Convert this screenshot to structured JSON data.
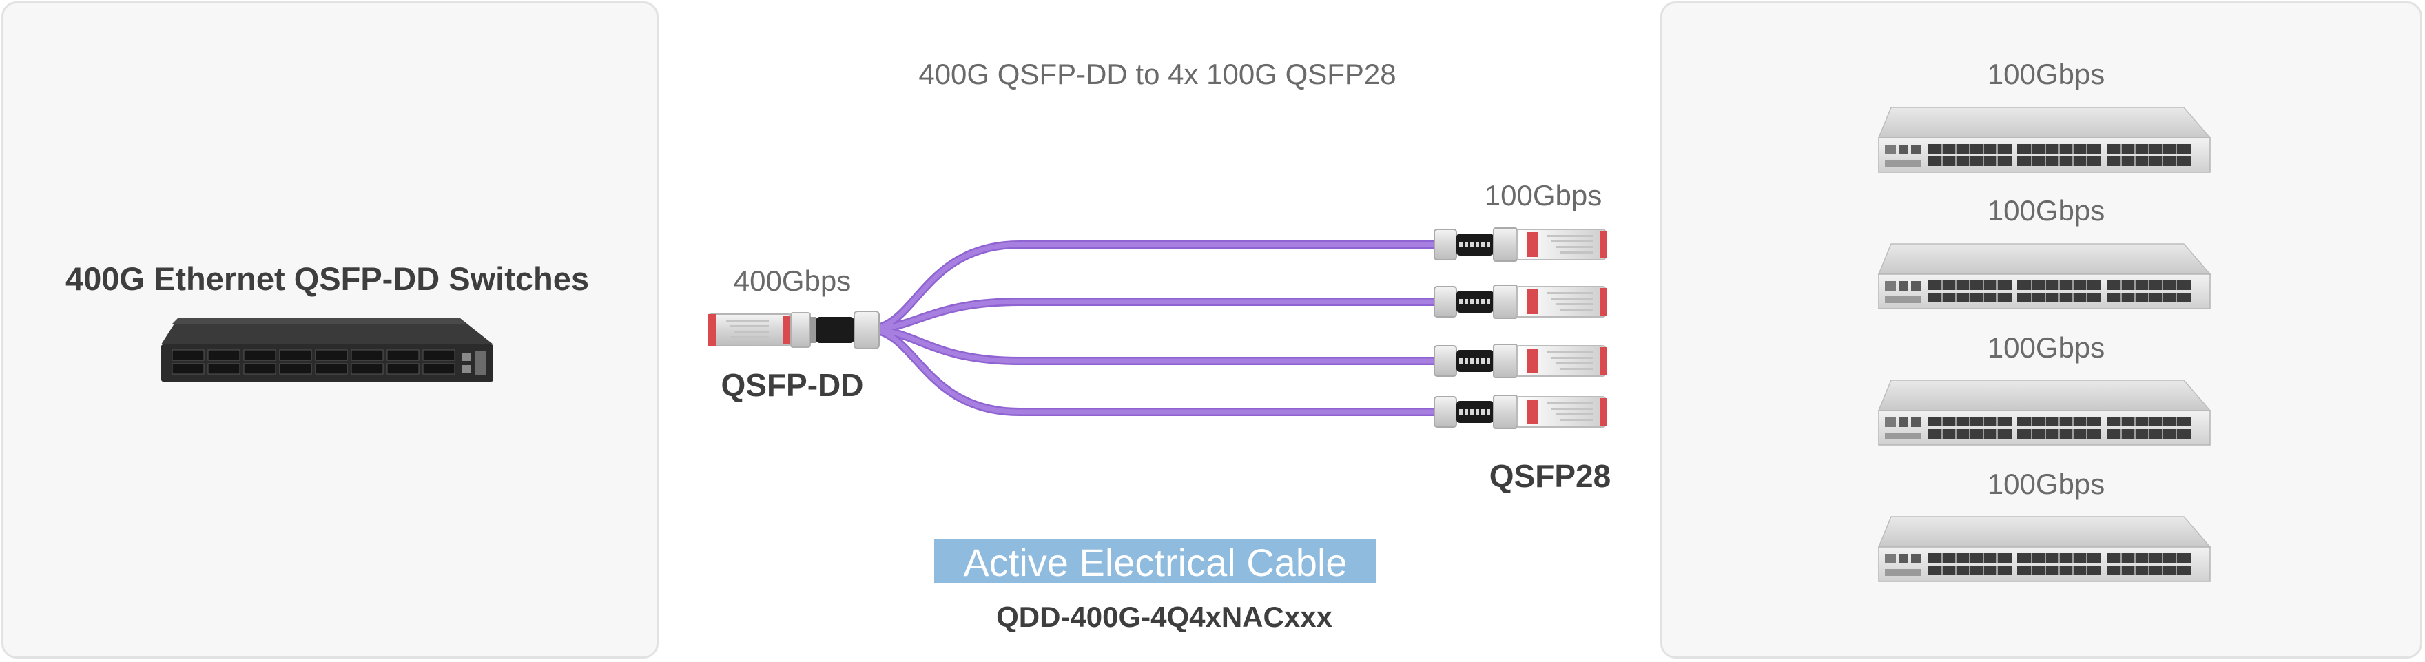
{
  "switch_panel": {
    "title": "400G Ethernet QSFP-DD Switches"
  },
  "cable_panel": {
    "title": "400G QSFP-DD to 4x 100G QSFP28",
    "input_speed": "400Gbps",
    "input_connector": "QSFP-DD",
    "output_speed": "100Gbps",
    "output_connector": "QSFP28",
    "cable_type": "Active Electrical Cable",
    "part_number": "QDD-400G-4Q4xNACxxx"
  },
  "server_panel": {
    "servers": [
      {
        "speed": "100Gbps"
      },
      {
        "speed": "100Gbps"
      },
      {
        "speed": "100Gbps"
      },
      {
        "speed": "100Gbps"
      }
    ]
  },
  "colors": {
    "panel_bg": "#f7f7f7",
    "panel_border": "#e2e2e2",
    "cable": "#a77fe0",
    "connector_red": "#d94a4f",
    "label_highlight": "#8fbbde"
  }
}
